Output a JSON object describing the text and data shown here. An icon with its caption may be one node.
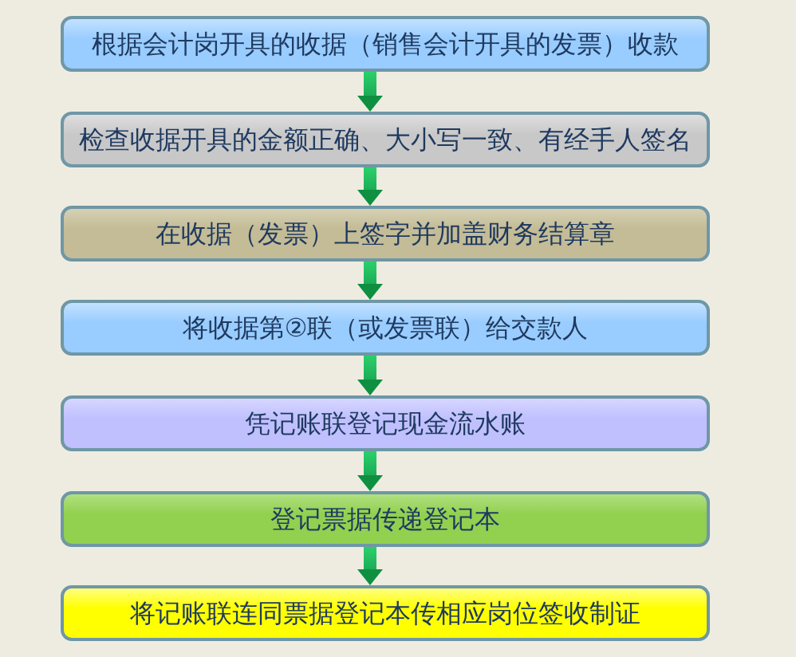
{
  "diagram": {
    "nodes": [
      {
        "text": [
          "根据会计岗开具的收据（销售会计开具的发票）收款"
        ]
      },
      {
        "text": [
          "检查收据开具的金额正确、大小写一致、有经手人签名"
        ]
      },
      {
        "text": [
          "在收据（发票）上签字并加盖财务结算章"
        ]
      },
      {
        "text": [
          "将收据第②联（或发票联）给交款人"
        ]
      },
      {
        "text": [
          "凭记账联登记现金流水账"
        ]
      },
      {
        "text": [
          "登记票据传递登记本"
        ]
      },
      {
        "text": [
          "将记账联连同票据登记本传相应岗位签收制证"
        ]
      }
    ],
    "edges": [
      {
        "from": 0,
        "to": 1,
        "arrow": "to",
        "style": "thick"
      },
      {
        "from": 1,
        "to": 2,
        "arrow": "to",
        "style": "thick"
      },
      {
        "from": 2,
        "to": 3,
        "arrow": "to",
        "style": "thick"
      },
      {
        "from": 3,
        "to": 4,
        "arrow": "to",
        "style": "thick"
      },
      {
        "from": 4,
        "to": 5,
        "arrow": "to",
        "style": "thick"
      },
      {
        "from": 5,
        "to": 6,
        "arrow": "to",
        "style": "thick"
      }
    ]
  }
}
